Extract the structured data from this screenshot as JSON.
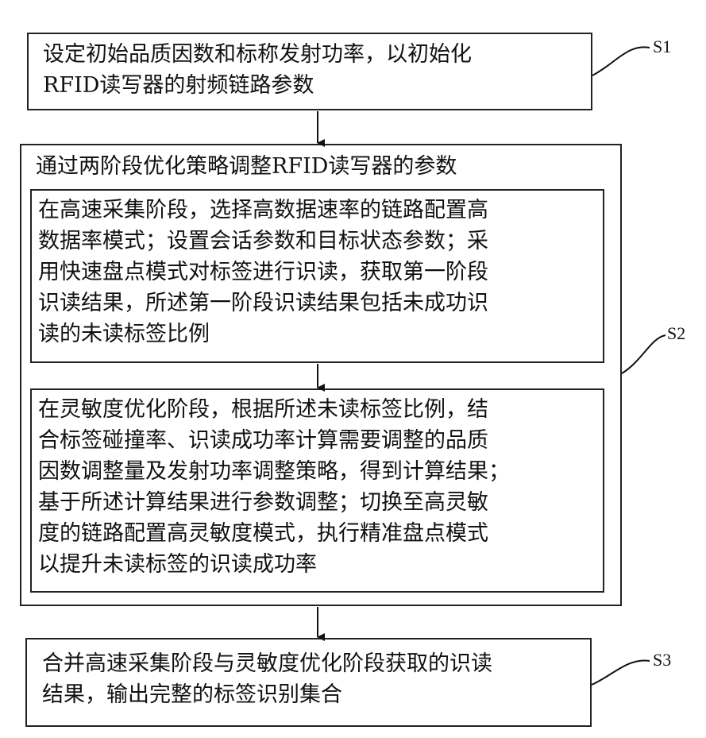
{
  "steps": {
    "s1": {
      "label": "S1",
      "text": "设定初始品质因数和标称发射功率，以初始化\nRFID读写器的射频链路参数"
    },
    "s2": {
      "label": "S2",
      "title": "通过两阶段优化策略调整RFID读写器的参数",
      "sub1": "在高速采集阶段，选择高数据速率的链路配置高\n数据率模式；设置会话参数和目标状态参数；采\n用快速盘点模式对标签进行识读，获取第一阶段\n识读结果，所述第一阶段识读结果包括未成功识\n读的未读标签比例",
      "sub2": "在灵敏度优化阶段，根据所述未读标签比例，结\n合标签碰撞率、识读成功率计算需要调整的品质\n因数调整量及发射功率调整策略，得到计算结果；\n基于所述计算结果进行参数调整；切换至高灵敏\n度的链路配置高灵敏度模式，执行精准盘点模式\n以提升未读标签的识读成功率"
    },
    "s3": {
      "label": "S3",
      "text": "合并高速采集阶段与灵敏度优化阶段获取的识读\n结果，输出完整的标签识别集合"
    }
  }
}
